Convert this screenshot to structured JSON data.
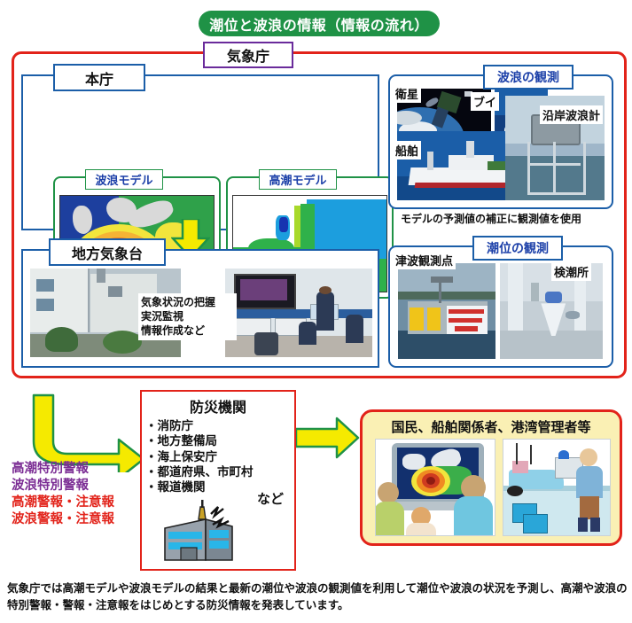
{
  "title": "潮位と波浪の情報（情報の流れ）",
  "jma": {
    "tag": "気象庁",
    "head_office": {
      "tag": "本庁",
      "models": [
        {
          "label": "波浪モデル",
          "name": "wave-model"
        },
        {
          "label": "高潮モデル",
          "name": "storm-surge-model"
        }
      ]
    },
    "local_office": {
      "tag": "地方気象台",
      "notes": [
        "気象状況の把握",
        "実況監視",
        "情報作成など"
      ]
    },
    "wave_observation": {
      "tag": "波浪の観測",
      "labels": [
        "衛星",
        "ブイ",
        "沿岸波浪計",
        "船舶"
      ],
      "note": "モデルの予測値の補正に観測値を使用"
    },
    "tide_observation": {
      "tag": "潮位の観測",
      "labels": [
        "津波観測点",
        "検潮所"
      ]
    }
  },
  "disaster_agencies": {
    "title": "防災機関",
    "items": [
      "・消防庁",
      "・地方整備局",
      "・海上保安庁",
      "・都道府県、市町村",
      "・報道機関"
    ],
    "etc": "など"
  },
  "public": {
    "title": "国民、船舶関係者、港湾管理者等"
  },
  "warnings": {
    "special": [
      "高潮特別警報",
      "波浪特別警報"
    ],
    "normal": [
      "高潮警報・注意報",
      "波浪警報・注意報"
    ]
  },
  "caption": "気象庁では高潮モデルや波浪モデルの結果と最新の潮位や波浪の観測値を利用して潮位や波浪の状況を予測し、高潮や波浪の特別警報・警報・注意報をはじめとする防災情報を発表しています。",
  "colors": {
    "title_pill": "#1f9246",
    "frame_red": "#e2231a",
    "box_blue": "#1b5ea8",
    "model_green": "#1f9246",
    "tag_purple": "#6a2b9b",
    "arrow_yellow": "#f5ea00",
    "arrow_outline": "#1f9246",
    "public_bg": "#faf0b4",
    "warn_purple": "#7b2d94",
    "warn_red": "#e2231a"
  }
}
